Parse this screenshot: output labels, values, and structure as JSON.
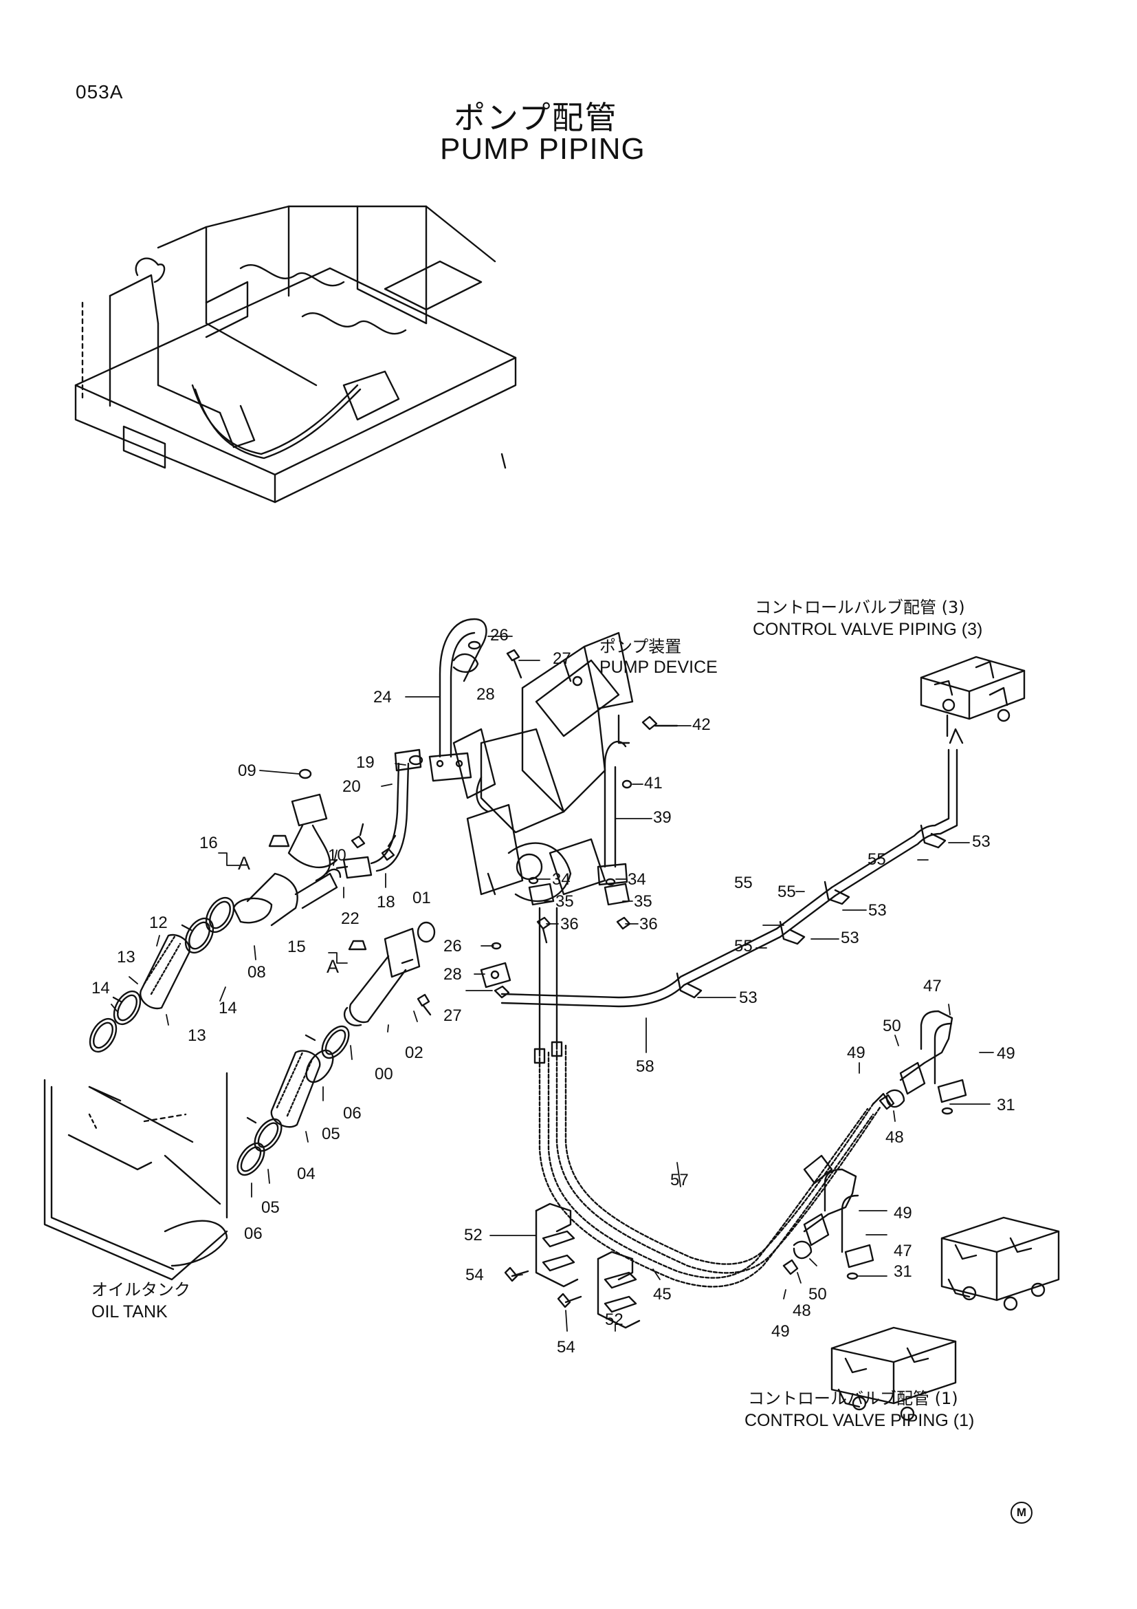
{
  "header": {
    "page_code": "053A",
    "title_jp": "ポンプ配管",
    "title_en": "PUMP PIPING"
  },
  "labels": {
    "pump_device_jp": "ポンプ装置",
    "pump_device_en": "PUMP DEVICE",
    "cv3_jp": "コントロールバルブ配管 (3)",
    "cv3_en": "CONTROL VALVE PIPING (3)",
    "cv1_jp": "コントロールバルブ配管 (1)",
    "cv1_en": "CONTROL VALVE PIPING (1)",
    "oil_tank_jp": "オイルタンク",
    "oil_tank_en": "OIL TANK",
    "detail_a": "A",
    "mark": "M"
  },
  "parts": [
    {
      "id": "p26a",
      "no": "26"
    },
    {
      "id": "p27a",
      "no": "27"
    },
    {
      "id": "p28a",
      "no": "28"
    },
    {
      "id": "p24",
      "no": "24"
    },
    {
      "id": "p42",
      "no": "42"
    },
    {
      "id": "p19",
      "no": "19"
    },
    {
      "id": "p41",
      "no": "41"
    },
    {
      "id": "p09",
      "no": "09"
    },
    {
      "id": "p20",
      "no": "20"
    },
    {
      "id": "p39",
      "no": "39"
    },
    {
      "id": "p55a",
      "no": "55"
    },
    {
      "id": "p16",
      "no": "16"
    },
    {
      "id": "p10",
      "no": "10"
    },
    {
      "id": "p53a",
      "no": "53"
    },
    {
      "id": "p55b",
      "no": "55"
    },
    {
      "id": "p34a",
      "no": "34"
    },
    {
      "id": "p34b",
      "no": "34"
    },
    {
      "id": "p55c",
      "no": "55"
    },
    {
      "id": "p35a",
      "no": "35"
    },
    {
      "id": "p35b",
      "no": "35"
    },
    {
      "id": "p18",
      "no": "18"
    },
    {
      "id": "p53b",
      "no": "53"
    },
    {
      "id": "p22",
      "no": "22"
    },
    {
      "id": "p01",
      "no": "01"
    },
    {
      "id": "p36a",
      "no": "36"
    },
    {
      "id": "p36b",
      "no": "36"
    },
    {
      "id": "p12",
      "no": "12"
    },
    {
      "id": "p08",
      "no": "08"
    },
    {
      "id": "p53c",
      "no": "53"
    },
    {
      "id": "p55d",
      "no": "55"
    },
    {
      "id": "p15",
      "no": "15"
    },
    {
      "id": "p26b",
      "no": "26"
    },
    {
      "id": "p13a",
      "no": "13"
    },
    {
      "id": "p14a",
      "no": "14"
    },
    {
      "id": "p28b",
      "no": "28"
    },
    {
      "id": "p14b",
      "no": "14"
    },
    {
      "id": "p53d",
      "no": "53"
    },
    {
      "id": "p27b",
      "no": "27"
    },
    {
      "id": "p13b",
      "no": "13"
    },
    {
      "id": "p47a",
      "no": "47"
    },
    {
      "id": "p02",
      "no": "02"
    },
    {
      "id": "p00",
      "no": "00"
    },
    {
      "id": "p50a",
      "no": "50"
    },
    {
      "id": "p49a",
      "no": "49"
    },
    {
      "id": "p49b",
      "no": "49"
    },
    {
      "id": "p58",
      "no": "58"
    },
    {
      "id": "p06a",
      "no": "06"
    },
    {
      "id": "p31a",
      "no": "31"
    },
    {
      "id": "p05a",
      "no": "05"
    },
    {
      "id": "p48a",
      "no": "48"
    },
    {
      "id": "p04",
      "no": "04"
    },
    {
      "id": "p57",
      "no": "57"
    },
    {
      "id": "p05b",
      "no": "05"
    },
    {
      "id": "p49c",
      "no": "49"
    },
    {
      "id": "p06b",
      "no": "06"
    },
    {
      "id": "p52a",
      "no": "52"
    },
    {
      "id": "p47b",
      "no": "47"
    },
    {
      "id": "p31b",
      "no": "31"
    },
    {
      "id": "p54a",
      "no": "54"
    },
    {
      "id": "p45",
      "no": "45"
    },
    {
      "id": "p50b",
      "no": "50"
    },
    {
      "id": "p48b",
      "no": "48"
    },
    {
      "id": "p49d",
      "no": "49"
    },
    {
      "id": "p52b",
      "no": "52"
    },
    {
      "id": "p54b",
      "no": "54"
    }
  ]
}
